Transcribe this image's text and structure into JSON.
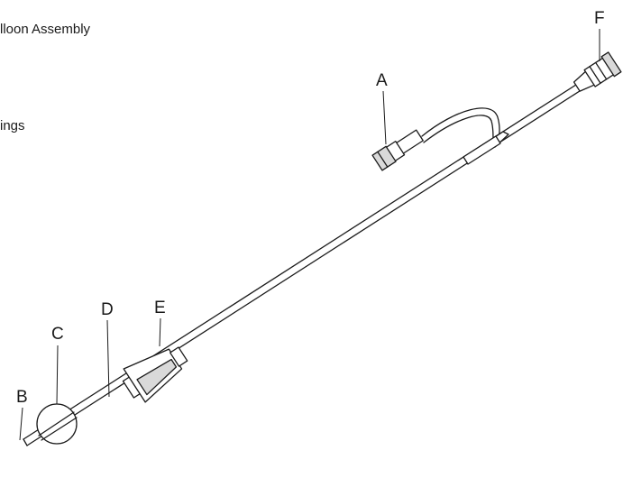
{
  "text_fragments": {
    "top": "lloon Assembly",
    "middle": "ings"
  },
  "labels": {
    "a": "A",
    "b": "B",
    "c": "C",
    "d": "D",
    "e": "E",
    "f": "F"
  },
  "colors": {
    "ink": "#1a1a1a",
    "background": "#ffffff",
    "shade": "#d9d9d9"
  }
}
